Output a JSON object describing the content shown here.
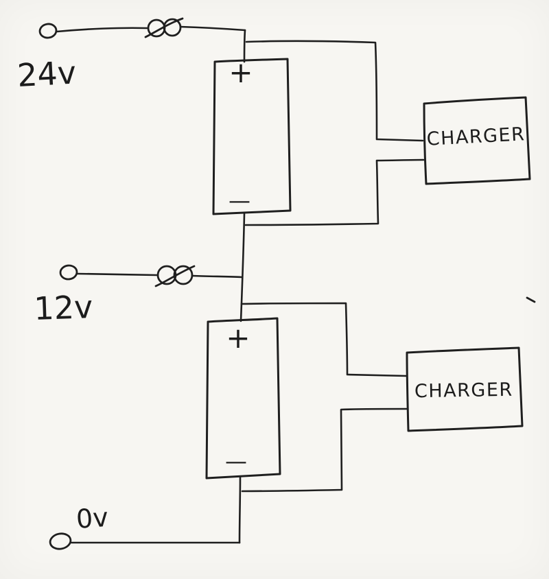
{
  "page": {
    "paper_color": "#f7f6f2",
    "ink_color": "#1f1f1f"
  },
  "terminals": {
    "t24": {
      "label": "24v"
    },
    "t12": {
      "label": "12v"
    },
    "t0": {
      "label": "0v"
    }
  },
  "batteries": {
    "battery1": {
      "plus": "+",
      "minus": "—"
    },
    "battery2": {
      "plus": "+",
      "minus": "—"
    }
  },
  "chargers": {
    "charger1": {
      "label": "CHARGER"
    },
    "charger2": {
      "label": "CHARGER"
    }
  }
}
